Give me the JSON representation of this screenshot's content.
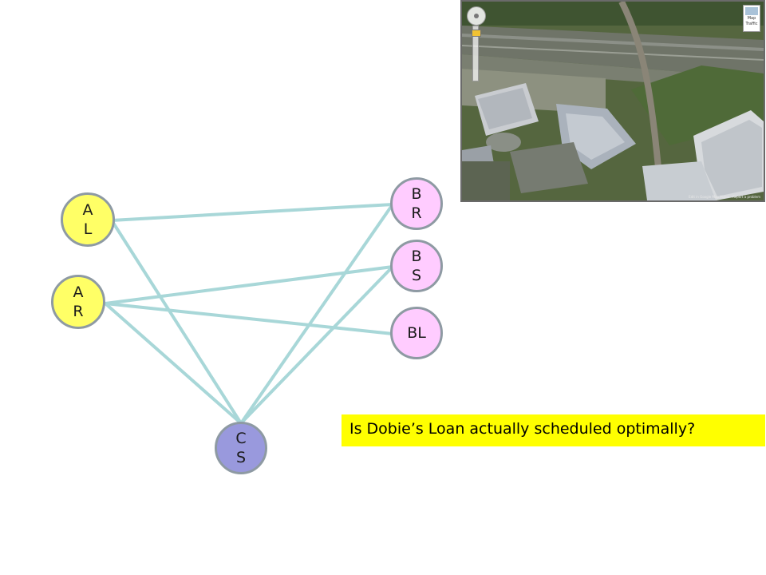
{
  "colors": {
    "edge": "#a8d7d8",
    "node_left_fill": "#ffff66",
    "node_right_fill": "#ffccff",
    "node_bottom_fill": "#9999dd",
    "node_border": "#8e9aa3",
    "callout_fill": "#ffff00"
  },
  "nodes": {
    "al": {
      "line1": "A",
      "line2": "L"
    },
    "ar": {
      "line1": "A",
      "line2": "R"
    },
    "br": {
      "line1": "B",
      "line2": "R"
    },
    "bs": {
      "line1": "B",
      "line2": "S"
    },
    "bl": {
      "line1": "BL"
    },
    "cs": {
      "line1": "C",
      "line2": "S"
    }
  },
  "edges": [
    {
      "from": "al",
      "to": "br"
    },
    {
      "from": "al",
      "to": "cs"
    },
    {
      "from": "ar",
      "to": "bs"
    },
    {
      "from": "ar",
      "to": "bl"
    },
    {
      "from": "ar",
      "to": "cs"
    },
    {
      "from": "cs",
      "to": "br"
    },
    {
      "from": "cs",
      "to": "bs"
    }
  ],
  "callout": {
    "text": "Is Dobie’s Loan actually scheduled optimally?"
  },
  "map": {
    "type_labels": [
      "Map",
      "Traffic"
    ],
    "footer": "Edit in Google Map Maker · Report a problem"
  }
}
